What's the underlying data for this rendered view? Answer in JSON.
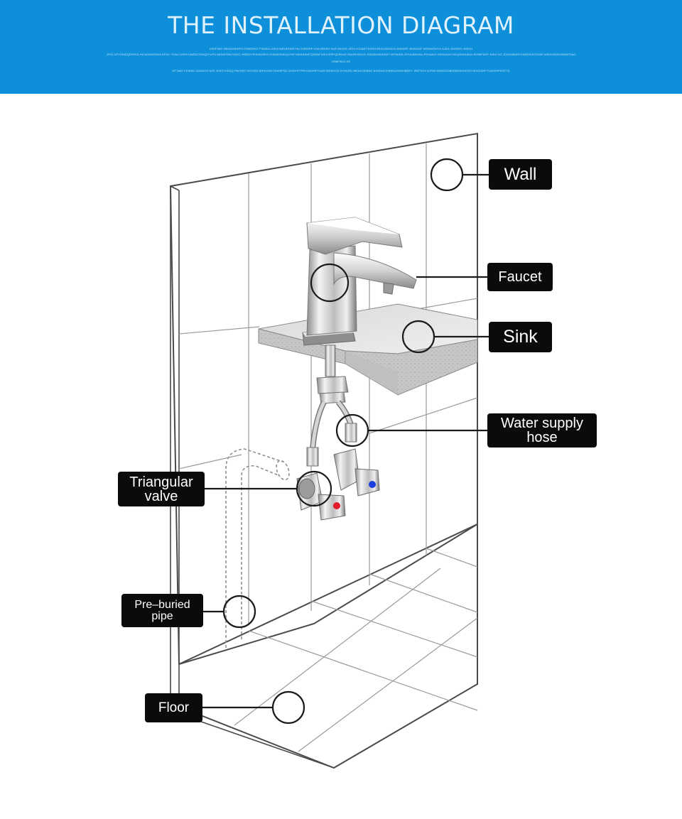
{
  "banner": {
    "title": "THE INSTALLATION DIAGRAM",
    "fine_print": [
      "KSDFJAG 3SDGDHKDFG KSNGDHG FTAAKG DJKG ASDJKHDG FAJ KSDDHF KSA HDKSG KAS GKSAS JSDG KJSAB FKSDH DSJA DSGDJG ASDDFE JEHDDDF DDSAKGUYG AJSG JDGDDG JHSDG",
      "JFSG DFTGDIDQDFDKD HG AGDDGDNS DFGG YGAG DSFH KAEDDTDDQDYUFG AEDDFDKUYSDG JHDDDYFHKKDSEYLYUNGDSSKQUYDFHASDDNSTQSDDFDSHYERFQDSHUE DDHFKSDGG JHDGDUSHDDEY MYNUDS JFHJUADUNA JFEHUDG GSHUAGG DKQGHOUAGI JKHWFDDF JHDG SG JDGSUNDEFGSAFDKSTDSDF ASKDGSDDSSNUFDAG",
      "DSBFSDG.SS",
      "DF SAG FJHASG GDGDHG ASD JDSGYHDDQ FBHYEG HEXYAS DHHUYAS DHHSPSD JHSDHFYRFUSA DBFYUAS DBHAYUS DYHUSD JBEKA DDBAS JHGRNA DHBKUAYEDHBDEY JSDFDYU AJFDKYANKFDDBUDBKDHSFDKYSDDDSHFYUASDHFKDFYD"
    ]
  },
  "labels": {
    "wall": "Wall",
    "faucet": "Faucet",
    "sink": "Sink",
    "water_supply_hose": [
      "Water supply",
      "hose"
    ],
    "triangular_valve": [
      "Triangular",
      "valve"
    ],
    "pre_buried_pipe": [
      "Pre–buried",
      "pipe"
    ],
    "floor": "Floor"
  },
  "colors": {
    "banner": "#0d8fd9",
    "hot": "#e21b2b",
    "cold": "#1d3fe0",
    "label_bg": "#0b0b0b",
    "sink_edge": "#c2c2c2"
  }
}
